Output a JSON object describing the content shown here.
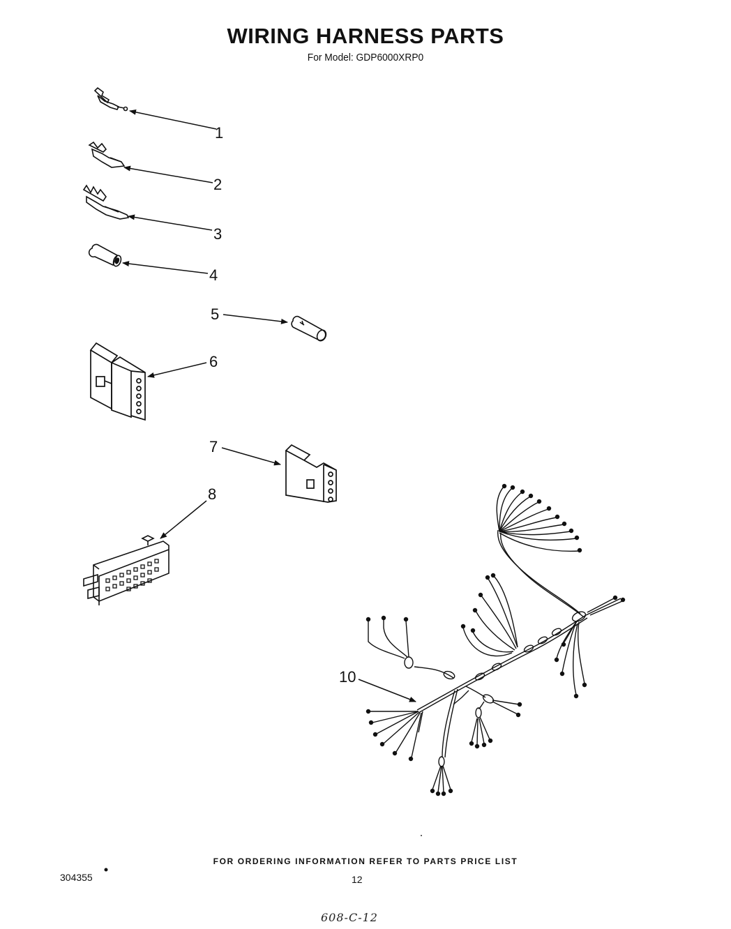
{
  "header": {
    "title": "WIRING HARNESS PARTS",
    "subtitle": "For Model: GDP6000XRP0"
  },
  "callouts": [
    "1",
    "2",
    "3",
    "4",
    "5",
    "6",
    "7",
    "8",
    "10"
  ],
  "footer": {
    "ordering_note": "FOR ORDERING INFORMATION REFER TO PARTS PRICE LIST",
    "doc_number": "304355",
    "page_number": "12",
    "handwritten_note": "608-C-12"
  },
  "colors": {
    "ink": "#111111",
    "paper": "#ffffff"
  }
}
